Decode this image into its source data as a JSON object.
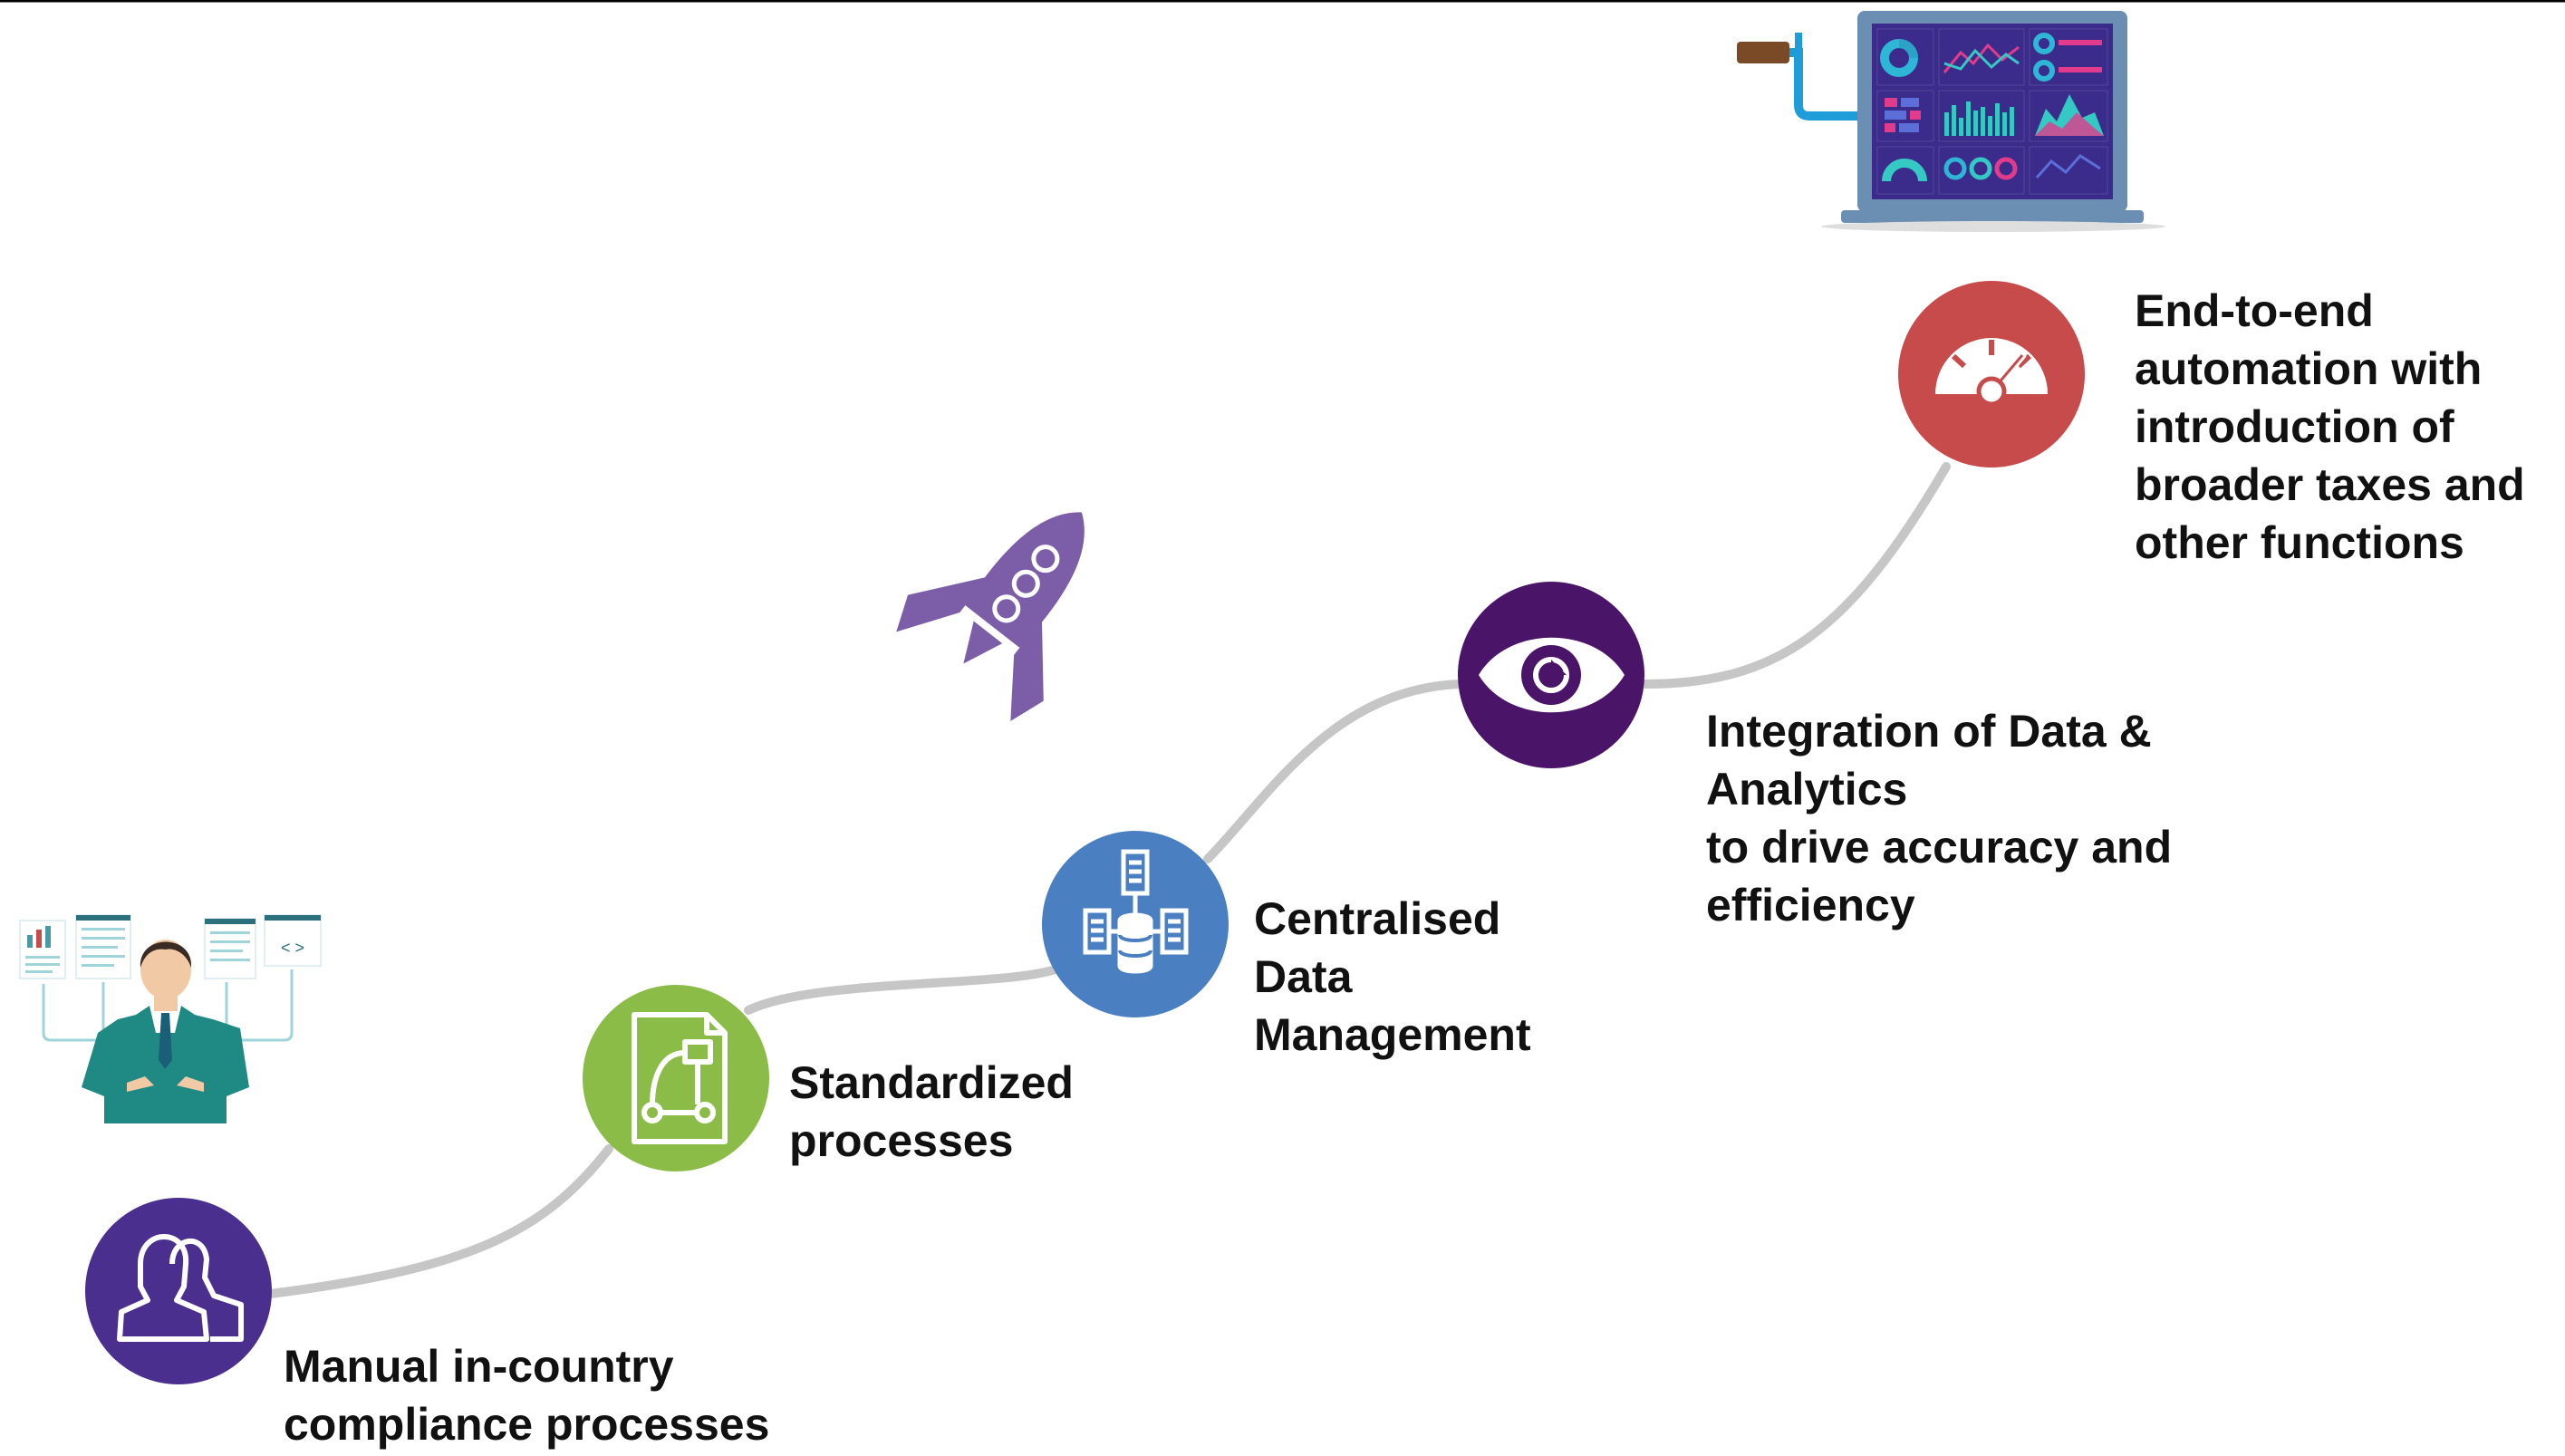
{
  "steps": [
    {
      "lines": [
        "Manual in-country",
        "compliance processes"
      ],
      "color": "#4b2f8e",
      "icon": "people-icon"
    },
    {
      "lines": [
        "Standardized",
        "processes"
      ],
      "color": "#8cbc48",
      "icon": "process-document-icon"
    },
    {
      "lines": [
        "Centralised",
        "Data",
        "Management"
      ],
      "color": "#4a7fc1",
      "icon": "database-server-icon"
    },
    {
      "lines": [
        "Integration of Data &",
        "Analytics",
        "to drive accuracy and",
        "efficiency"
      ],
      "color": "#4a1468",
      "icon": "eye-icon"
    },
    {
      "lines": [
        "End-to-end",
        "automation with",
        "introduction of",
        "broader taxes and",
        "other functions"
      ],
      "color": "#c84b4b",
      "icon": "speedometer-icon"
    }
  ],
  "decorations": {
    "person_icon": "businessman-with-reports-icon",
    "rocket_icon": "rocket-icon",
    "laptop_icon": "dashboard-laptop-icon",
    "rocket_color": "#7b5ea7",
    "path_color": "#c6c6c6"
  }
}
